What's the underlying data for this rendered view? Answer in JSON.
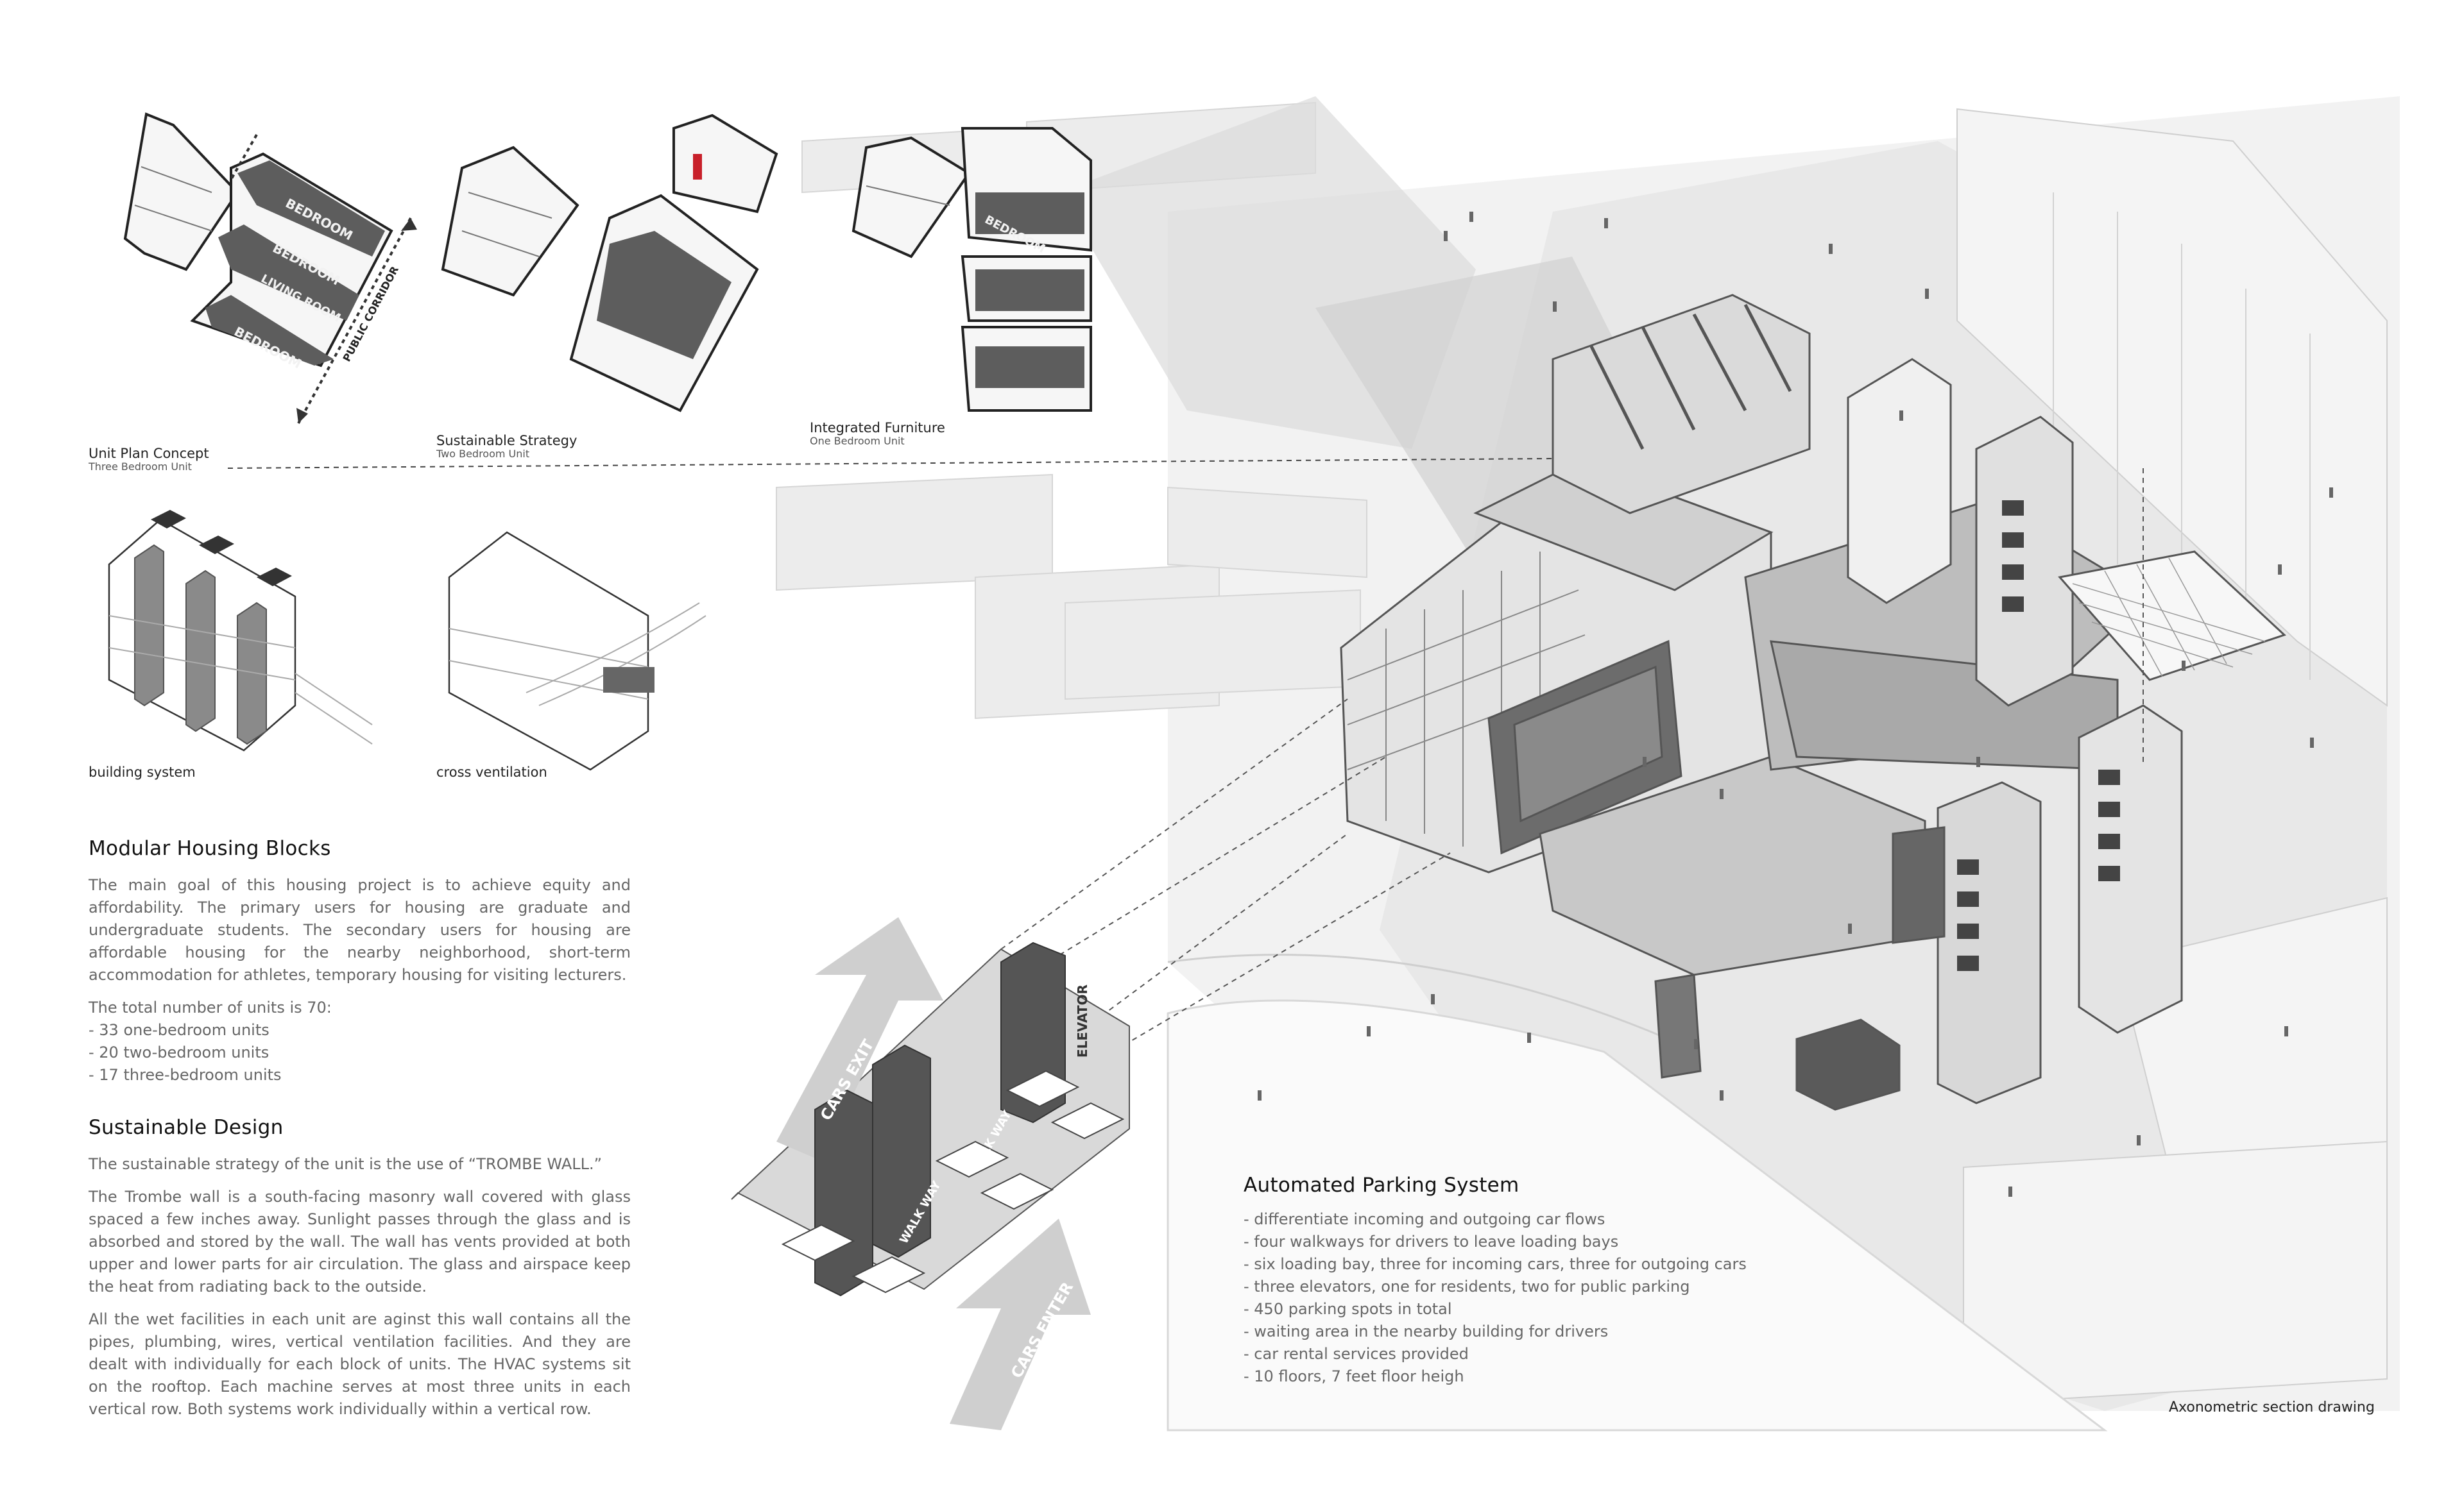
{
  "captions": {
    "unit_plan": {
      "title": "Unit Plan Concept",
      "sub": "Three Bedroom Unit"
    },
    "sustainable_strategy": {
      "title": "Sustainable Strategy",
      "sub": "Two Bedroom Unit"
    },
    "integrated_furniture": {
      "title": "Integrated Furniture",
      "sub": "One Bedroom Unit"
    },
    "building_system": "building system",
    "cross_ventilation": "cross ventilation",
    "axonometric": "Axonometric section drawing"
  },
  "plan_labels": {
    "bedroom": "BEDROOM",
    "living_room": "LIVING ROOM",
    "public_corridor": "PUBLIC CORRIDOR"
  },
  "parking_labels": {
    "cars_exit": "CARS EXIT",
    "cars_enter": "CARS ENTER",
    "walk_way": "WALK WAY",
    "elevator": "ELEVATOR"
  },
  "modular": {
    "heading": "Modular Housing Blocks",
    "p1": "The main goal of this housing project is to achieve equity and affordability. The primary users for housing are graduate and undergraduate students. The secondary users for housing are affordable housing for the nearby neighborhood, short-term accommodation for athletes, temporary housing for visiting lecturers.",
    "p2": "The total number of units is 70:",
    "units": [
      "- 33 one-bedroom units",
      "- 20 two-bedroom units",
      "- 17 three-bedroom units"
    ]
  },
  "sustainable": {
    "heading": "Sustainable Design",
    "p1": "The sustainable strategy of the unit is the use of “TROMBE WALL.”",
    "p2": "The Trombe wall is a south-facing masonry wall covered with glass spaced a few inches away. Sunlight passes through the glass and is absorbed and stored by the wall. The wall has vents provided at both upper and lower parts for air circulation. The glass and airspace keep the heat from radiating back to the outside.",
    "p3": "All the wet facilities in each unit are aginst this wall contains all the pipes, plumbing, wires, vertical ventilation facilities. And they are dealt with individually for each block of units. The HVAC systems sit on the rooftop. Each machine serves at most three units in each vertical row. Both systems work individually within a vertical row."
  },
  "parking": {
    "heading": "Automated Parking System",
    "items": [
      "- differentiate incoming and outgoing car flows",
      "- four walkways for drivers to leave loading bays",
      "- six loading bay, three for incoming cars, three for outgoing cars",
      "- three elevators, one for residents, two for public parking",
      "- 450 parking spots in total",
      "- waiting area in the nearby building for drivers",
      "- car rental services provided",
      "- 10 floors, 7 feet floor heigh"
    ]
  },
  "colors": {
    "accent_red": "#c8202a",
    "dark": "#444444",
    "mid": "#9a9a9a",
    "light": "#e6e6e6"
  }
}
